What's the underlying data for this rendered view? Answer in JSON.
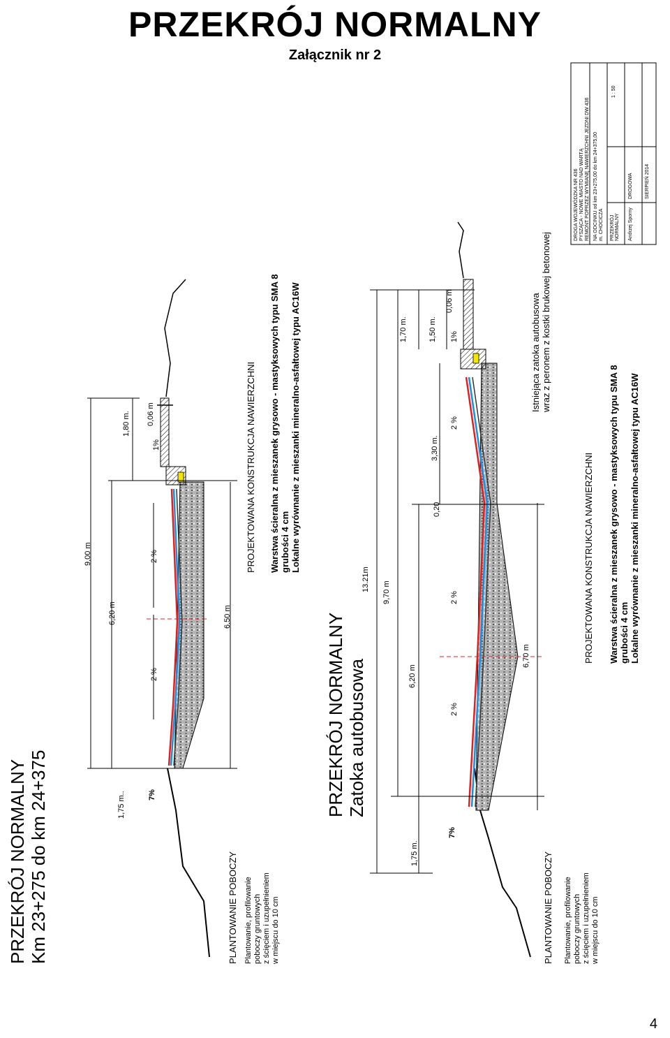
{
  "header": {
    "title": "PRZEKRÓJ NORMALNY",
    "subtitle": "Załącznik nr 2"
  },
  "section1": {
    "title_line1": "PRZEKRÓJ NORMALNY",
    "title_line2": "Km 23+275 do km 24+375",
    "plantowanie_title": "PLANTOWANIE POBOCZY",
    "plantowanie_lines": [
      "Plantowanie, profilowanie",
      "poboczy gruntowych",
      "z ścięciem i uzupełnieniem",
      "w miejscu do 10 cm"
    ],
    "dims": {
      "d175": "1,75 m..",
      "d620": "6,20 m",
      "d900": "9,00 m",
      "d180": "1,80 m.",
      "d006": "0,06 m",
      "d650": "6,50 m"
    },
    "slopes": {
      "s7": "7%",
      "s2a": "2 %",
      "s2b": "2 %",
      "s1": "1%"
    },
    "konstrukcja_title": "PROJEKTOWANA KONSTRUKCJA NAWIERZCHNI",
    "konstrukcja_lines": [
      "Warstwa ścieralna z mieszanek grysowo - mastyksowych typu SMA 8",
      "grubości 4 cm",
      "Lokalne wyrównanie z mieszanki mineralno-asfałtowej typu  AC16W"
    ]
  },
  "section2": {
    "title_line1": "PRZEKRÓJ NORMALNY",
    "title_line2": "Zatoka autobusowa",
    "plantowanie_title": "PLANTOWANIE POBOCZY",
    "plantowanie_lines": [
      "Plantowanie, profilowanie",
      "poboczy gruntowych",
      "z ścięciem i uzupełnieniem",
      "w miejscu do 10 cm"
    ],
    "dims": {
      "d1321": "13.21m",
      "d970": "9,70 m",
      "d175": "1,75 m.",
      "d620": "6,20 m",
      "d020": "0,20",
      "d330": "3,30 m.",
      "d170": "1,70 m.",
      "d150": "1,50 m.",
      "d006": "0,06 m",
      "d670": "6,70 m"
    },
    "slopes": {
      "s7": "7%",
      "s2a": "2 %",
      "s2b": "2 %",
      "s2c": "2 %",
      "s1": "1%"
    },
    "note_lines": [
      "Istniejąca zatoka autobusowa",
      "wraz z peronem z kostki brukowej betonowej"
    ],
    "konstrukcja_title": "PROJEKTOWANA KONSTRUKCJA NAWIERZCHNI",
    "konstrukcja_lines": [
      "Warstwa ścieralna z mieszanek grysowo - mastyksowych typu SMA 8",
      "grubości 4 cm",
      "Lokalne wyrównanie z mieszanki mineralno-asfałtowej typu  AC16W"
    ]
  },
  "title_block": {
    "road": "DROGA WOJEWÓDZKA NR 436",
    "route": "PYSZĄCA - NOWE MIASTO NAD WARTĄ",
    "project": "REMONT POPRZEZ WYMIANĘ NAWIERZCHNI JEZDNI DW 436",
    "segment": "NA ODCINKU od km 23+275,00 do km 24+375,00",
    "place": "m. CHOCICZA",
    "drawing": "PRZEKRÓJ NORMALNY",
    "scale": "1 : 50",
    "branch": "DROGOWA",
    "author": "Andrzej Sporny",
    "date": "SIERPIEŃ  2014"
  },
  "page_number": "4",
  "colors": {
    "asphalt_red": "#e02020",
    "asphalt_blue": "#1a8fe0",
    "base_gray": "#9a9a9a",
    "curb_yellow": "#f5e600"
  }
}
